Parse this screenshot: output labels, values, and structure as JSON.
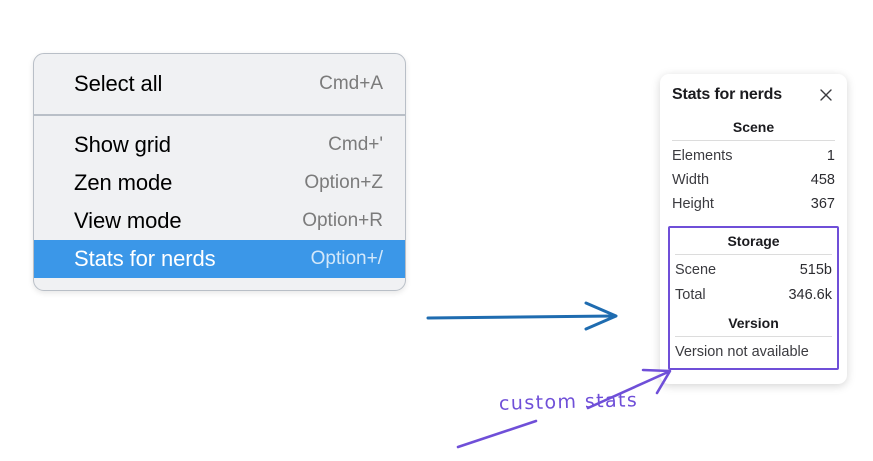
{
  "menu": {
    "name": "context-menu",
    "groups": [
      {
        "items": [
          {
            "label": "Select all",
            "shortcut": "Cmd+A",
            "selected": false
          }
        ]
      },
      {
        "items": [
          {
            "label": "Show grid",
            "shortcut": "Cmd+'",
            "selected": false
          },
          {
            "label": "Zen mode",
            "shortcut": "Option+Z",
            "selected": false
          },
          {
            "label": "View mode",
            "shortcut": "Option+R",
            "selected": false
          },
          {
            "label": "Stats for nerds",
            "shortcut": "Option+/",
            "selected": true
          }
        ]
      }
    ]
  },
  "stats_panel": {
    "title": "Stats for nerds",
    "close_icon": "close-icon",
    "sections": [
      {
        "heading": "Scene",
        "rows": [
          {
            "label": "Elements",
            "value": "1"
          },
          {
            "label": "Width",
            "value": "458"
          },
          {
            "label": "Height",
            "value": "367"
          }
        ]
      },
      {
        "heading": "Storage",
        "rows": [
          {
            "label": "Scene",
            "value": "515b"
          },
          {
            "label": "Total",
            "value": "346.6k"
          }
        ]
      },
      {
        "heading": "Version",
        "note": "Version not available"
      }
    ]
  },
  "annotations": {
    "custom_stats_label": "custom stats",
    "arrow_blue": "arrow-right",
    "arrow_purple": "arrow-up-right",
    "underline_purple": "underline-stroke"
  },
  "colors": {
    "menu_background": "#f0f1f3",
    "menu_border": "#b9bfc7",
    "selection_blue": "#3b97e8",
    "annotation_purple": "#6f4fd8",
    "arrow_blue": "#1f6cb0",
    "panel_background": "#ffffff"
  }
}
